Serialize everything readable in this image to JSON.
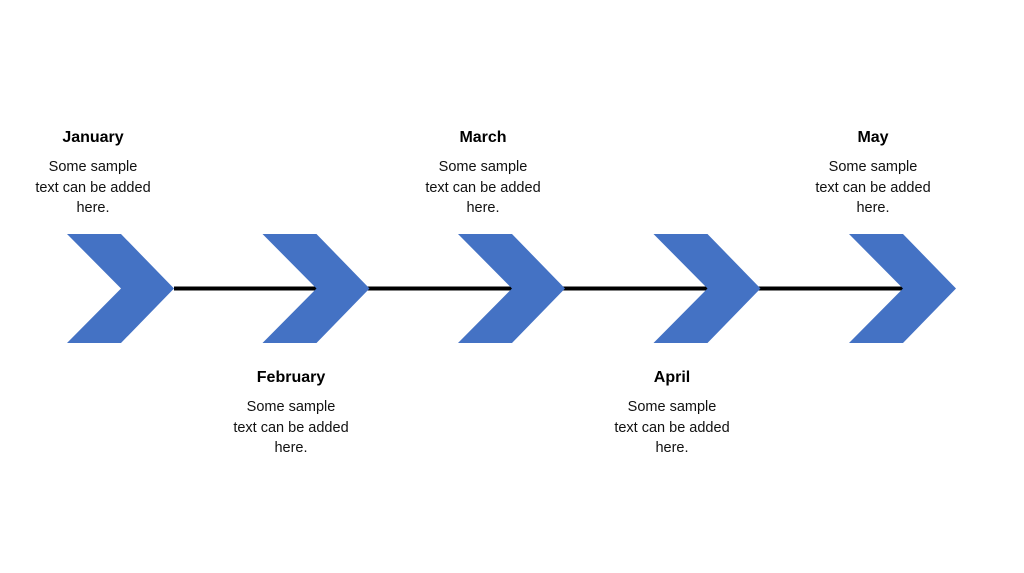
{
  "colors": {
    "chevron": "#4472C4",
    "line": "#000000"
  },
  "milestones": [
    {
      "title": "January",
      "text": "Some sample text can be added here.",
      "line1": "Some sample",
      "line2": "text can be added",
      "line3": "here.",
      "position": "above"
    },
    {
      "title": "February",
      "text": "Some sample text can be added here.",
      "line1": "Some sample",
      "line2": "text can be added",
      "line3": "here.",
      "position": "below"
    },
    {
      "title": "March",
      "text": "Some sample text can be added here.",
      "line1": "Some sample",
      "line2": "text can be added",
      "line3": "here.",
      "position": "above"
    },
    {
      "title": "April",
      "text": "Some sample text can be added here.",
      "line1": "Some sample",
      "line2": "text can be added",
      "line3": "here.",
      "position": "below"
    },
    {
      "title": "May",
      "text": "Some sample text can be added here.",
      "line1": "Some sample",
      "line2": "text can be added",
      "line3": "here.",
      "position": "above"
    }
  ]
}
